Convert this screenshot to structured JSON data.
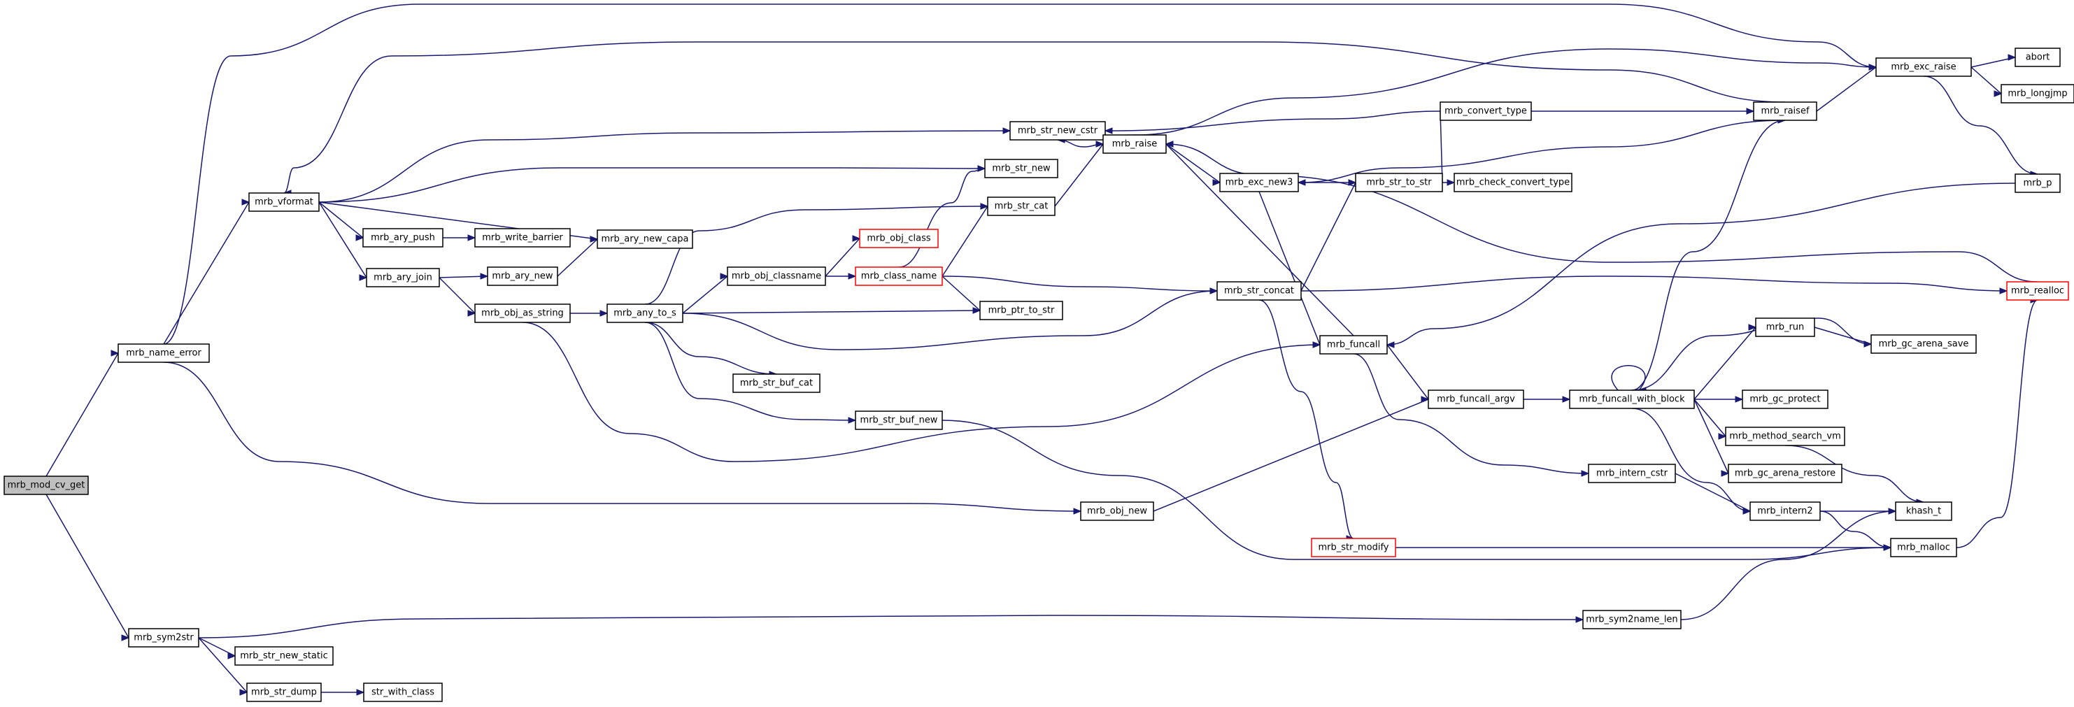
{
  "colors": {
    "edge": "#191970",
    "node_border": "#000000",
    "node_border_red": "#ff0000",
    "root_fill": "#bfbfbf"
  },
  "nodes": [
    {
      "id": "mrb_mod_cv_get",
      "label": "mrb_mod_cv_get",
      "style": "root"
    },
    {
      "id": "mrb_name_error",
      "label": "mrb_name_error"
    },
    {
      "id": "mrb_sym2str",
      "label": "mrb_sym2str"
    },
    {
      "id": "mrb_vformat",
      "label": "mrb_vformat"
    },
    {
      "id": "mrb_exc_raise",
      "label": "mrb_exc_raise"
    },
    {
      "id": "mrb_obj_new",
      "label": "mrb_obj_new"
    },
    {
      "id": "mrb_ary_push",
      "label": "mrb_ary_push"
    },
    {
      "id": "mrb_ary_join",
      "label": "mrb_ary_join"
    },
    {
      "id": "mrb_write_barrier",
      "label": "mrb_write_barrier"
    },
    {
      "id": "mrb_ary_new_capa",
      "label": "mrb_ary_new_capa"
    },
    {
      "id": "mrb_ary_new",
      "label": "mrb_ary_new"
    },
    {
      "id": "mrb_obj_as_string",
      "label": "mrb_obj_as_string"
    },
    {
      "id": "mrb_any_to_s",
      "label": "mrb_any_to_s"
    },
    {
      "id": "mrb_str_new_cstr",
      "label": "mrb_str_new_cstr"
    },
    {
      "id": "mrb_str_new",
      "label": "mrb_str_new"
    },
    {
      "id": "mrb_str_cat",
      "label": "mrb_str_cat"
    },
    {
      "id": "mrb_obj_class",
      "label": "mrb_obj_class",
      "style": "red"
    },
    {
      "id": "mrb_obj_classname",
      "label": "mrb_obj_classname"
    },
    {
      "id": "mrb_class_name",
      "label": "mrb_class_name",
      "style": "red"
    },
    {
      "id": "mrb_ptr_to_str",
      "label": "mrb_ptr_to_str"
    },
    {
      "id": "mrb_str_buf_cat",
      "label": "mrb_str_buf_cat"
    },
    {
      "id": "mrb_str_buf_new",
      "label": "mrb_str_buf_new"
    },
    {
      "id": "mrb_raise",
      "label": "mrb_raise"
    },
    {
      "id": "mrb_exc_new3",
      "label": "mrb_exc_new3"
    },
    {
      "id": "mrb_str_concat",
      "label": "mrb_str_concat"
    },
    {
      "id": "mrb_funcall",
      "label": "mrb_funcall"
    },
    {
      "id": "mrb_str_modify",
      "label": "mrb_str_modify",
      "style": "red"
    },
    {
      "id": "mrb_convert_type",
      "label": "mrb_convert_type"
    },
    {
      "id": "mrb_str_to_str",
      "label": "mrb_str_to_str"
    },
    {
      "id": "mrb_check_convert_type",
      "label": "mrb_check_convert_type"
    },
    {
      "id": "mrb_raisef",
      "label": "mrb_raisef"
    },
    {
      "id": "mrb_funcall_argv",
      "label": "mrb_funcall_argv"
    },
    {
      "id": "mrb_funcall_with_block",
      "label": "mrb_funcall_with_block"
    },
    {
      "id": "mrb_intern_cstr",
      "label": "mrb_intern_cstr"
    },
    {
      "id": "mrb_run",
      "label": "mrb_run"
    },
    {
      "id": "mrb_gc_protect",
      "label": "mrb_gc_protect"
    },
    {
      "id": "mrb_method_search_vm",
      "label": "mrb_method_search_vm"
    },
    {
      "id": "mrb_gc_arena_restore",
      "label": "mrb_gc_arena_restore"
    },
    {
      "id": "mrb_intern2",
      "label": "mrb_intern2"
    },
    {
      "id": "mrb_gc_arena_save",
      "label": "mrb_gc_arena_save"
    },
    {
      "id": "khash_t",
      "label": "khash_t"
    },
    {
      "id": "mrb_malloc",
      "label": "mrb_malloc"
    },
    {
      "id": "mrb_realloc",
      "label": "mrb_realloc",
      "style": "red"
    },
    {
      "id": "abort",
      "label": "abort"
    },
    {
      "id": "mrb_longjmp",
      "label": "mrb_longjmp"
    },
    {
      "id": "mrb_p",
      "label": "mrb_p"
    },
    {
      "id": "mrb_sym2name_len",
      "label": "mrb_sym2name_len"
    },
    {
      "id": "mrb_str_new_static",
      "label": "mrb_str_new_static"
    },
    {
      "id": "mrb_str_dump",
      "label": "mrb_str_dump"
    },
    {
      "id": "str_with_class",
      "label": "str_with_class"
    }
  ],
  "edges": [
    [
      "mrb_mod_cv_get",
      "mrb_name_error"
    ],
    [
      "mrb_mod_cv_get",
      "mrb_sym2str"
    ],
    [
      "mrb_name_error",
      "mrb_exc_raise"
    ],
    [
      "mrb_name_error",
      "mrb_vformat"
    ],
    [
      "mrb_name_error",
      "mrb_obj_new"
    ],
    [
      "mrb_vformat",
      "mrb_str_new_cstr"
    ],
    [
      "mrb_vformat",
      "mrb_str_new"
    ],
    [
      "mrb_vformat",
      "mrb_ary_push"
    ],
    [
      "mrb_vformat",
      "mrb_ary_new_capa"
    ],
    [
      "mrb_vformat",
      "mrb_ary_join"
    ],
    [
      "mrb_raisef",
      "mrb_vformat"
    ],
    [
      "mrb_ary_push",
      "mrb_write_barrier"
    ],
    [
      "mrb_ary_join",
      "mrb_ary_new"
    ],
    [
      "mrb_ary_join",
      "mrb_obj_as_string"
    ],
    [
      "mrb_ary_new",
      "mrb_ary_new_capa"
    ],
    [
      "mrb_obj_as_string",
      "mrb_any_to_s"
    ],
    [
      "mrb_obj_as_string",
      "mrb_funcall"
    ],
    [
      "mrb_any_to_s",
      "mrb_str_cat"
    ],
    [
      "mrb_any_to_s",
      "mrb_obj_classname"
    ],
    [
      "mrb_any_to_s",
      "mrb_ptr_to_str"
    ],
    [
      "mrb_any_to_s",
      "mrb_str_concat"
    ],
    [
      "mrb_any_to_s",
      "mrb_str_buf_cat"
    ],
    [
      "mrb_any_to_s",
      "mrb_str_buf_new"
    ],
    [
      "mrb_obj_classname",
      "mrb_obj_class"
    ],
    [
      "mrb_obj_classname",
      "mrb_class_name"
    ],
    [
      "mrb_class_name",
      "mrb_str_new"
    ],
    [
      "mrb_class_name",
      "mrb_str_cat"
    ],
    [
      "mrb_class_name",
      "mrb_ptr_to_str"
    ],
    [
      "mrb_class_name",
      "mrb_str_concat"
    ],
    [
      "mrb_str_cat",
      "mrb_raise"
    ],
    [
      "mrb_str_new_cstr",
      "mrb_raise"
    ],
    [
      "mrb_raise",
      "mrb_str_new_cstr"
    ],
    [
      "mrb_raise",
      "mrb_exc_new3"
    ],
    [
      "mrb_raise",
      "mrb_exc_raise"
    ],
    [
      "mrb_exc_new3",
      "mrb_str_to_str"
    ],
    [
      "mrb_exc_new3",
      "mrb_funcall"
    ],
    [
      "mrb_str_to_str",
      "mrb_convert_type"
    ],
    [
      "mrb_str_to_str",
      "mrb_check_convert_type"
    ],
    [
      "mrb_convert_type",
      "mrb_raisef"
    ],
    [
      "mrb_convert_type",
      "mrb_str_new_cstr"
    ],
    [
      "mrb_raisef",
      "mrb_exc_new3"
    ],
    [
      "mrb_raisef",
      "mrb_exc_raise"
    ],
    [
      "mrb_str_concat",
      "mrb_str_to_str"
    ],
    [
      "mrb_str_concat",
      "mrb_realloc"
    ],
    [
      "mrb_str_concat",
      "mrb_str_modify"
    ],
    [
      "mrb_str_buf_new",
      "mrb_malloc"
    ],
    [
      "mrb_funcall",
      "mrb_raise"
    ],
    [
      "mrb_funcall",
      "mrb_funcall_argv"
    ],
    [
      "mrb_funcall",
      "mrb_intern_cstr"
    ],
    [
      "mrb_obj_new",
      "mrb_funcall_argv"
    ],
    [
      "mrb_funcall_argv",
      "mrb_funcall_with_block"
    ],
    [
      "mrb_funcall_with_block",
      "mrb_funcall_with_block"
    ],
    [
      "mrb_funcall_with_block",
      "mrb_raisef"
    ],
    [
      "mrb_funcall_with_block",
      "mrb_gc_arena_save"
    ],
    [
      "mrb_funcall_with_block",
      "mrb_run"
    ],
    [
      "mrb_funcall_with_block",
      "mrb_gc_protect"
    ],
    [
      "mrb_funcall_with_block",
      "mrb_method_search_vm"
    ],
    [
      "mrb_funcall_with_block",
      "mrb_gc_arena_restore"
    ],
    [
      "mrb_funcall_with_block",
      "mrb_intern2"
    ],
    [
      "mrb_run",
      "mrb_gc_arena_save"
    ],
    [
      "mrb_method_search_vm",
      "khash_t"
    ],
    [
      "mrb_intern_cstr",
      "mrb_intern2"
    ],
    [
      "mrb_intern2",
      "khash_t"
    ],
    [
      "mrb_intern2",
      "mrb_malloc"
    ],
    [
      "mrb_str_modify",
      "mrb_malloc"
    ],
    [
      "mrb_malloc",
      "mrb_realloc"
    ],
    [
      "mrb_realloc",
      "mrb_raise"
    ],
    [
      "mrb_exc_raise",
      "abort"
    ],
    [
      "mrb_exc_raise",
      "mrb_longjmp"
    ],
    [
      "mrb_exc_raise",
      "mrb_p"
    ],
    [
      "mrb_p",
      "mrb_funcall"
    ],
    [
      "mrb_sym2str",
      "mrb_sym2name_len"
    ],
    [
      "mrb_sym2str",
      "mrb_str_new_static"
    ],
    [
      "mrb_sym2str",
      "mrb_str_dump"
    ],
    [
      "mrb_sym2name_len",
      "khash_t"
    ],
    [
      "mrb_str_dump",
      "str_with_class"
    ]
  ]
}
